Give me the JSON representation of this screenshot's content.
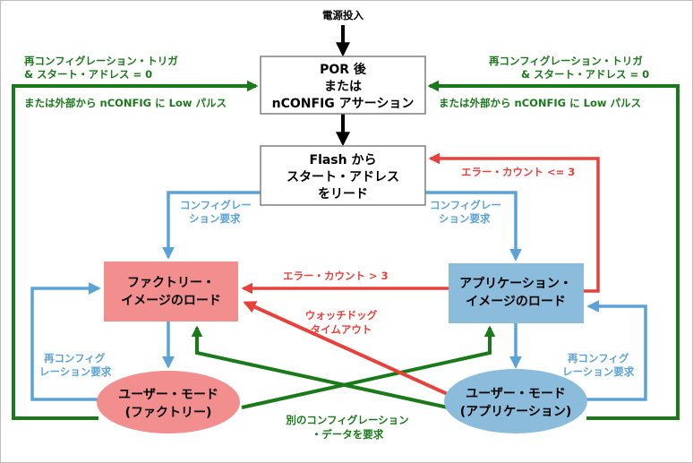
{
  "top_label": "電源投入",
  "nodes": {
    "por": {
      "line1": "POR 後",
      "line2": "または",
      "line3": "nCONFIG アサーション"
    },
    "flash": {
      "line1": "Flash から",
      "line2": "スタート・アドレス",
      "line3": "をリード"
    },
    "factory_load": {
      "line1": "ファクトリー・",
      "line2": "イメージのロード"
    },
    "app_load": {
      "line1": "アプリケーション・",
      "line2": "イメージのロード"
    },
    "user_factory": {
      "line1": "ユーザー・モード",
      "line2": "(ファクトリー)"
    },
    "user_app": {
      "line1": "ユーザー・モード",
      "line2": "(アプリケーション)"
    }
  },
  "labels": {
    "left_trigger_1": "再コンフィグレーション・トリガ",
    "left_trigger_2": "& スタート・アドレス = 0",
    "left_trigger_3": "または外部から nCONFIG に Low パルス",
    "right_trigger_1": "再コンフィグレーション・トリガ",
    "right_trigger_2": "& スタート・アドレス = 0",
    "right_trigger_3": "または外部から nCONFIG に Low パルス",
    "err_le3": "エラー・カウント <= 3",
    "err_gt3": "エラー・カウント > 3",
    "watchdog_1": "ウォッチドッグ",
    "watchdog_2": "タイムアウト",
    "config_req_left_1": "コンフィグレー",
    "config_req_left_2": "ション要求",
    "config_req_right_1": "コンフィグレー",
    "config_req_right_2": "ション要求",
    "reconfig_left_1": "再コンフィグ",
    "reconfig_left_2": "レーション要求",
    "reconfig_right_1": "再コンフィグ",
    "reconfig_right_2": "レーション要求",
    "other_data_1": "別のコンフィグレーション",
    "other_data_2": "・データを要求"
  },
  "colors": {
    "green": "#1a7a1a",
    "blue": "#5ba3d6",
    "red": "#e8413c",
    "factory_fill": "#f28e8e",
    "app_fill": "#8bbcdc"
  }
}
